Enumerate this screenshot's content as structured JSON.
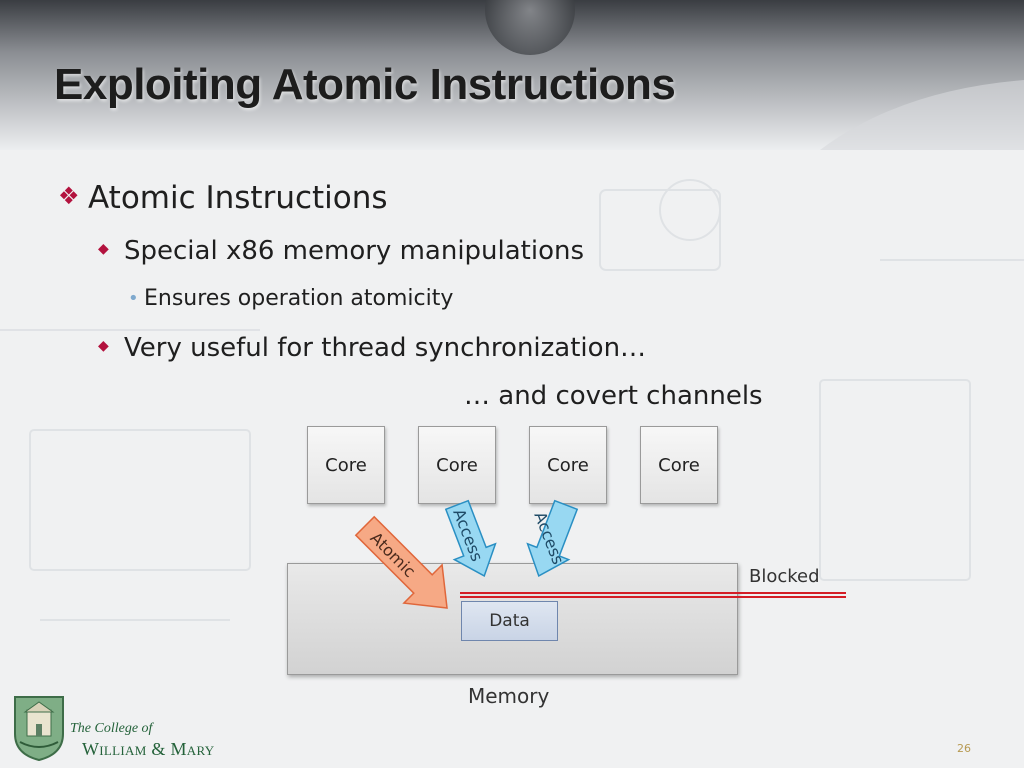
{
  "slide": {
    "title": "Exploiting Atomic Instructions",
    "bullets": {
      "level1": "Atomic Instructions",
      "level2_first": "Special x86 memory manipulations",
      "level3": "Ensures operation atomicity",
      "level2_second": "Very useful for thread synchronization…",
      "continuation": "… and covert channels"
    },
    "page_number": "26"
  },
  "diagram": {
    "cores": [
      "Core",
      "Core",
      "Core",
      "Core"
    ],
    "arrows": {
      "atomic": "Atomic",
      "access_left": "Access",
      "access_right": "Access"
    },
    "data_label": "Data",
    "blocked_label": "Blocked",
    "memory_label": "Memory",
    "colors": {
      "atomic_arrow": "#f39f7e",
      "access_arrow": "#8fd3f0",
      "blocked_line": "#d41d26"
    }
  },
  "footer": {
    "college_line1": "The College of",
    "college_line2": "William & Mary",
    "logo_icon": "college-crest-icon"
  },
  "style": {
    "bullet_marker_color": "#b3123e",
    "sub_bullet_color": "#7fa9ce",
    "brand_green": "#24623a"
  }
}
